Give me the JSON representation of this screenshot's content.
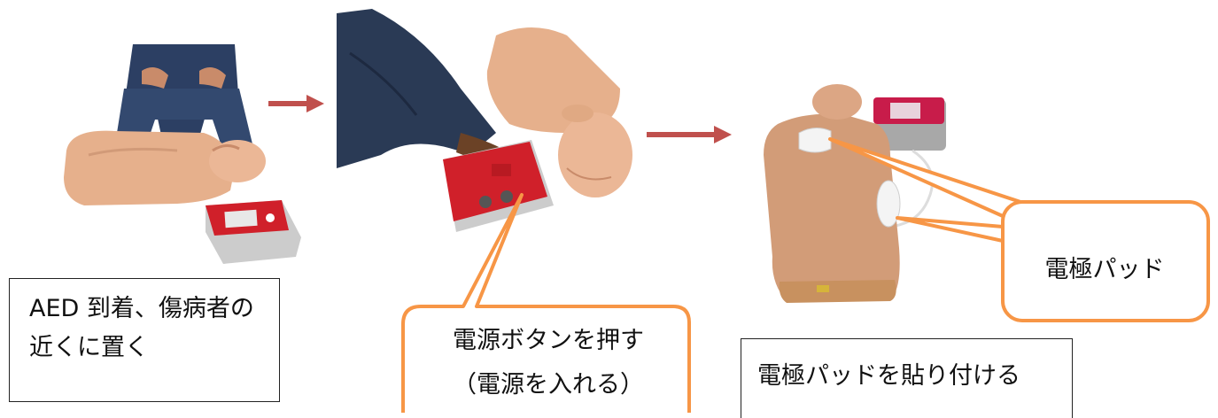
{
  "step1": {
    "caption_line1": "AED 到着、傷病者の",
    "caption_line2": "近くに置く"
  },
  "step2": {
    "callout_line1": "電源ボタンを押す",
    "callout_line2": "（電源を入れる）"
  },
  "step3": {
    "callout_label": "電極パッド",
    "caption": "電極パッドを貼り付ける"
  },
  "colors": {
    "arrow": "#c0504d",
    "callout_border": "#f79646",
    "skin": "#e6b08c",
    "aed_red": "#d0202a",
    "denim": "#2c3f63"
  }
}
